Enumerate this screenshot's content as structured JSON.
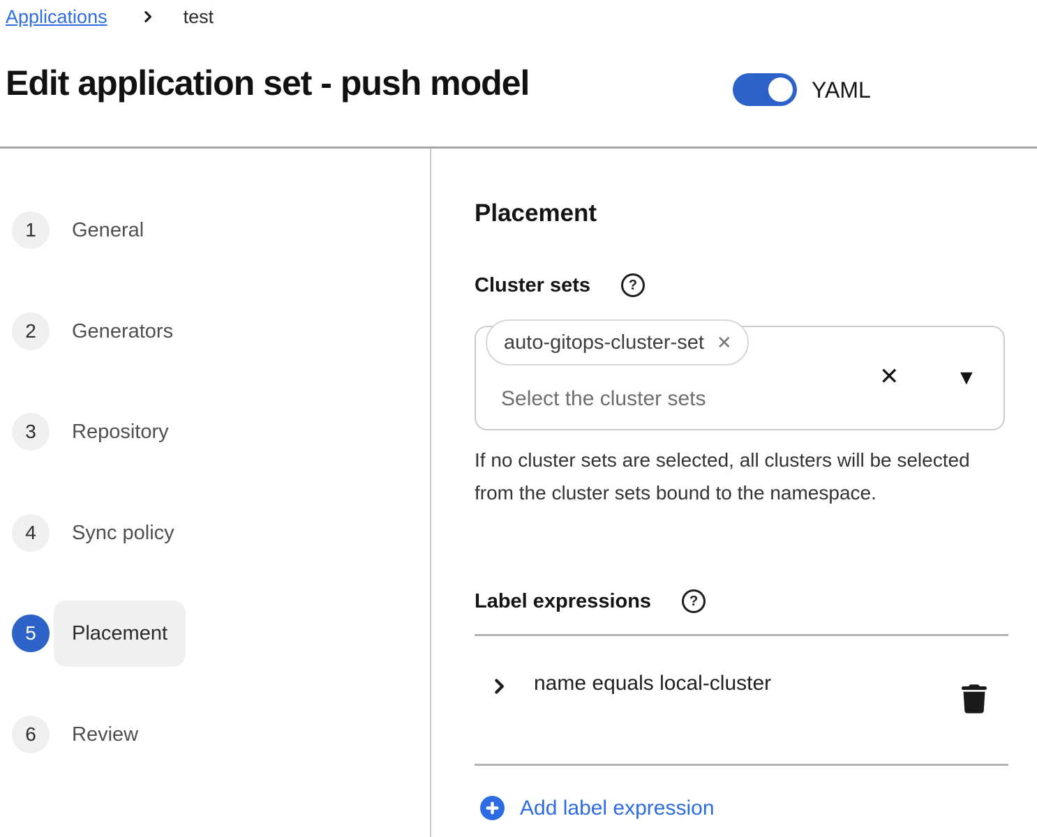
{
  "breadcrumb": {
    "link": "Applications",
    "current": "test"
  },
  "header": {
    "title": "Edit application set - push model",
    "toggle": {
      "label": "YAML",
      "state": "on"
    }
  },
  "wizard": {
    "steps": [
      {
        "number": "1",
        "label": "General",
        "active": false
      },
      {
        "number": "2",
        "label": "Generators",
        "active": false
      },
      {
        "number": "3",
        "label": "Repository",
        "active": false
      },
      {
        "number": "4",
        "label": "Sync policy",
        "active": false
      },
      {
        "number": "5",
        "label": "Placement",
        "active": true
      },
      {
        "number": "6",
        "label": "Review",
        "active": false
      }
    ]
  },
  "placement": {
    "heading": "Placement",
    "cluster_sets": {
      "label": "Cluster sets",
      "selected": [
        {
          "name": "auto-gitops-cluster-set"
        }
      ],
      "placeholder": "Select the cluster sets",
      "helper_text": "If no cluster sets are selected, all clusters will be selected from the cluster sets bound to the namespace."
    },
    "label_expressions": {
      "label": "Label expressions",
      "expressions": [
        {
          "summary": "name equals local-cluster"
        }
      ],
      "add_button_label": "Add label expression"
    }
  },
  "icons": {
    "breadcrumb_separator": "angle-right",
    "help": "?",
    "chip_remove": "✕",
    "clear": "✕",
    "dropdown_caret": "▼",
    "expand": "angle-right",
    "delete": "trash",
    "add": "plus-circle"
  },
  "colors": {
    "link_blue": "#2f6ce0",
    "control_blue": "#2d63c9",
    "step_circle_bg": "#f0f0f0",
    "active_item_bg": "#f0f0f0",
    "input_border": "#cbcbcb",
    "divider": "#a6a6a6",
    "text_dark": "#151515",
    "text_muted": "#6e6e6e"
  }
}
